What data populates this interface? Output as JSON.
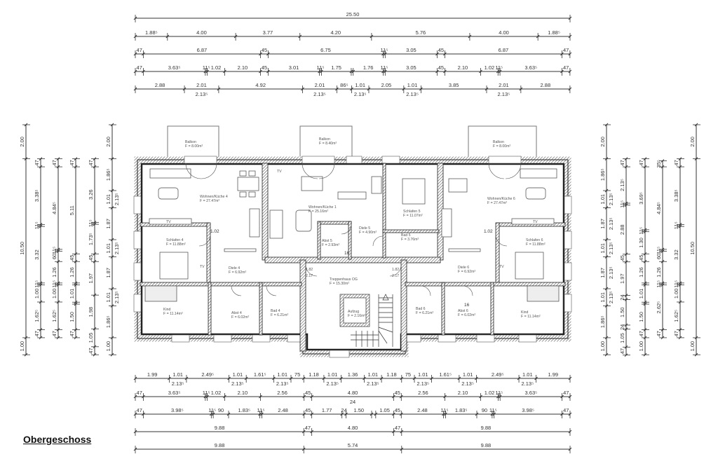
{
  "title": "Obergeschoss",
  "dimensions": {
    "top": [
      [
        {
          "v": 25.5,
          "t": "25.50"
        }
      ],
      [
        {
          "v": 1.885,
          "t": "1.88⁵"
        },
        {
          "v": 4.0,
          "t": "4.00"
        },
        {
          "v": 3.77,
          "t": "3.77"
        },
        {
          "v": 4.2,
          "t": "4.20"
        },
        {
          "v": 5.76,
          "t": "5.76"
        },
        {
          "v": 4.0,
          "t": "4.00"
        },
        {
          "v": 1.885,
          "t": "1.88⁵"
        }
      ],
      [
        {
          "v": 0.47,
          "t": "47"
        },
        {
          "v": 6.87,
          "t": "6.87"
        },
        {
          "v": 0.45,
          "t": "45"
        },
        {
          "v": 6.75,
          "t": "6.75"
        },
        {
          "v": 0.115,
          "t": "11⁵"
        },
        {
          "v": 3.05,
          "t": "3.05"
        },
        {
          "v": 0.45,
          "t": "45"
        },
        {
          "v": 6.87,
          "t": "6.87"
        },
        {
          "v": 0.47,
          "t": "47"
        }
      ],
      [
        {
          "v": 0.47,
          "t": "47"
        },
        {
          "v": 3.635,
          "t": "3.63⁵"
        },
        {
          "v": 0.115,
          "t": "11⁵"
        },
        {
          "v": 1.02,
          "t": "1.02"
        },
        {
          "v": 2.1,
          "t": "2.10"
        },
        {
          "v": 0.45,
          "t": "45"
        },
        {
          "v": 3.01,
          "t": "3.01"
        },
        {
          "v": 0.115,
          "t": "11⁵"
        },
        {
          "v": 1.75,
          "t": "1.75"
        },
        {
          "v": 0.115,
          "t": ""
        },
        {
          "v": 1.76,
          "t": "1.76"
        },
        {
          "v": 0.115,
          "t": "11⁵"
        },
        {
          "v": 3.05,
          "t": "3.05"
        },
        {
          "v": 0.45,
          "t": "45"
        },
        {
          "v": 2.1,
          "t": "2.10"
        },
        {
          "v": 1.02,
          "t": "1.02"
        },
        {
          "v": 0.115,
          "t": "11⁵"
        },
        {
          "v": 3.635,
          "t": "3.63⁵"
        },
        {
          "v": 0.47,
          "t": "47"
        }
      ],
      [
        {
          "v": 2.88,
          "t": "2.88"
        },
        {
          "v": 2.01,
          "t": "2.01",
          "s": "2.13⁵"
        },
        {
          "v": 4.92,
          "t": "4.92"
        },
        {
          "v": 2.01,
          "t": "2.01",
          "s": "2.13⁵"
        },
        {
          "v": 0.865,
          "t": "86⁵"
        },
        {
          "v": 1.01,
          "t": "1.01",
          "s": "2.13⁵"
        },
        {
          "v": 2.05,
          "t": "2.05"
        },
        {
          "v": 1.01,
          "t": "1.01",
          "s": "2.13⁵"
        },
        {
          "v": 3.85,
          "t": "3.85"
        },
        {
          "v": 2.01,
          "t": "2.01",
          "s": "2.13⁵"
        },
        {
          "v": 2.88,
          "t": "2.88"
        }
      ]
    ],
    "bottom": [
      [
        {
          "v": 1.99,
          "t": "1.99"
        },
        {
          "v": 1.01,
          "t": "1.01",
          "s": "2.13⁵"
        },
        {
          "v": 2.495,
          "t": "2.49⁵"
        },
        {
          "v": 1.01,
          "t": "1.01",
          "s": "2.13⁵"
        },
        {
          "v": 1.615,
          "t": "1.61⁵"
        },
        {
          "v": 1.01,
          "t": "1.01",
          "s": "2.13⁵"
        },
        {
          "v": 0.75,
          "t": "75"
        },
        {
          "v": 1.18,
          "t": "1.18"
        },
        {
          "v": 1.01,
          "t": "1.01",
          "s": "2.13⁵"
        },
        {
          "v": 1.36,
          "t": "1.36"
        },
        {
          "v": 1.01,
          "t": "1.01",
          "s": "2.13⁵"
        },
        {
          "v": 1.18,
          "t": "1.18"
        },
        {
          "v": 0.75,
          "t": "75"
        },
        {
          "v": 1.01,
          "t": "1.01",
          "s": "2.13⁵"
        },
        {
          "v": 1.615,
          "t": "1.61⁵"
        },
        {
          "v": 1.01,
          "t": "1.01",
          "s": "2.13⁵"
        },
        {
          "v": 2.495,
          "t": "2.49⁵"
        },
        {
          "v": 1.01,
          "t": "1.01",
          "s": "2.13⁵"
        },
        {
          "v": 1.99,
          "t": "1.99"
        }
      ],
      [
        {
          "v": 0.47,
          "t": "47"
        },
        {
          "v": 3.635,
          "t": "3.63⁵"
        },
        {
          "v": 0.115,
          "t": "11⁵"
        },
        {
          "v": 1.02,
          "t": "1.02"
        },
        {
          "v": 2.1,
          "t": "2.10"
        },
        {
          "v": 2.56,
          "t": "2.56"
        },
        {
          "v": 0.45,
          "t": "45"
        },
        {
          "v": 4.8,
          "t": "4.80",
          "s": "24"
        },
        {
          "v": 0.45,
          "t": "45"
        },
        {
          "v": 2.56,
          "t": "2.56"
        },
        {
          "v": 2.1,
          "t": "2.10"
        },
        {
          "v": 1.02,
          "t": "1.02"
        },
        {
          "v": 0.115,
          "t": "11⁵"
        },
        {
          "v": 3.635,
          "t": "3.63⁵"
        },
        {
          "v": 0.47,
          "t": "47"
        }
      ],
      [
        {
          "v": 0.47,
          "t": "47"
        },
        {
          "v": 3.985,
          "t": "3.98⁵"
        },
        {
          "v": 0.115,
          "t": "11⁵"
        },
        {
          "v": 0.9,
          "t": "90"
        },
        {
          "v": 1.835,
          "t": "1.83⁵"
        },
        {
          "v": 0.115,
          "t": "11⁵"
        },
        {
          "v": 2.48,
          "t": "2.48"
        },
        {
          "v": 0.45,
          "t": "45"
        },
        {
          "v": 1.77,
          "t": "1.77"
        },
        {
          "v": 0.24,
          "t": "24"
        },
        {
          "v": 1.5,
          "t": "1.50"
        },
        {
          "v": 0.24,
          "t": ""
        },
        {
          "v": 1.05,
          "t": "1.05"
        },
        {
          "v": 0.45,
          "t": "45"
        },
        {
          "v": 2.48,
          "t": "2.48"
        },
        {
          "v": 0.115,
          "t": "11⁵"
        },
        {
          "v": 1.835,
          "t": "1.83⁵"
        },
        {
          "v": 0.9,
          "t": "90"
        },
        {
          "v": 0.115,
          "t": "11⁵"
        },
        {
          "v": 3.985,
          "t": "3.98⁵"
        },
        {
          "v": 0.47,
          "t": "47"
        }
      ],
      [
        {
          "v": 9.88,
          "t": "9.88"
        },
        {
          "v": 0.47,
          "t": "47"
        },
        {
          "v": 4.8,
          "t": "4.80"
        },
        {
          "v": 0.47,
          "t": "47"
        },
        {
          "v": 9.88,
          "t": "9.88"
        }
      ],
      [
        {
          "v": 9.88,
          "t": "9.88"
        },
        {
          "v": 5.74,
          "t": "5.74"
        },
        {
          "v": 9.88,
          "t": "9.88"
        }
      ]
    ],
    "left": [
      [
        {
          "v": 2.0,
          "t": "2.00"
        },
        {
          "v": 10.5,
          "t": "10.50"
        },
        {
          "v": 1.0,
          "t": "1.00"
        }
      ],
      [
        {
          "v": 0.47,
          "t": "47"
        },
        {
          "v": 3.385,
          "t": "3.38⁵"
        },
        {
          "v": 0.115,
          "t": "11⁵"
        },
        {
          "v": 3.32,
          "t": "3.32"
        },
        {
          "v": 0.115,
          "t": "11⁵"
        },
        {
          "v": 1.0,
          "t": "1.00"
        },
        {
          "v": 1.625,
          "t": "1.62⁵"
        },
        {
          "v": 0.47,
          "t": "47"
        }
      ],
      [
        {
          "v": 0.47,
          "t": "47"
        },
        {
          "v": 4.845,
          "t": "4.84⁵"
        },
        {
          "v": 0.115,
          "t": "11⁵"
        },
        {
          "v": 0.6,
          "t": "60"
        },
        {
          "v": 1.26,
          "t": "1.26"
        },
        {
          "v": 0.115,
          "t": "11⁵"
        },
        {
          "v": 1.0,
          "t": "1.00"
        },
        {
          "v": 1.625,
          "t": "1.62⁵"
        },
        {
          "v": 0.47,
          "t": "47"
        }
      ],
      [
        {
          "v": 0.47,
          "t": "47"
        },
        {
          "v": 5.11,
          "t": "5.11"
        },
        {
          "v": 0.45,
          "t": "45"
        },
        {
          "v": 1.26,
          "t": "1.26"
        },
        {
          "v": 0.115,
          "t": ""
        },
        {
          "v": 1.01,
          "t": "1.01"
        },
        {
          "v": 0.115,
          "t": ""
        },
        {
          "v": 1.5,
          "t": "1.50"
        },
        {
          "v": 0.47,
          "t": "47"
        }
      ],
      [
        {
          "v": 0.47,
          "t": "47"
        },
        {
          "v": 3.26,
          "t": "3.26"
        },
        {
          "v": 0.115,
          "t": "11⁵"
        },
        {
          "v": 1.735,
          "t": "1.73⁵"
        },
        {
          "v": 0.45,
          "t": "45"
        },
        {
          "v": 1.97,
          "t": "1.97"
        },
        {
          "v": 1.98,
          "t": "1.98"
        },
        {
          "v": 1.05,
          "t": "1.05"
        },
        {
          "v": 0.47,
          "t": "47"
        }
      ],
      [
        {
          "v": 2.0,
          "t": "2.00"
        },
        {
          "v": 1.865,
          "t": "1.86⁵"
        },
        {
          "v": 1.01,
          "t": "1.01",
          "s": "2.13⁵"
        },
        {
          "v": 1.87,
          "t": "1.87"
        },
        {
          "v": 1.01,
          "t": "1.01",
          "s": "2.13⁵"
        },
        {
          "v": 1.87,
          "t": "1.87"
        },
        {
          "v": 1.01,
          "t": "1.01",
          "s": "2.13⁵"
        },
        {
          "v": 1.865,
          "t": "1.86⁵"
        },
        {
          "v": 1.0,
          "t": "1.00"
        }
      ]
    ],
    "right": [
      [
        {
          "v": 2.0,
          "t": "2.00"
        },
        {
          "v": 1.865,
          "t": "1.86⁵"
        },
        {
          "v": 1.01,
          "t": "1.01",
          "s": "2.13⁵"
        },
        {
          "v": 1.87,
          "t": "1.87",
          "s": "2.13⁵"
        },
        {
          "v": 1.01,
          "t": "1.01",
          "s": "2.13⁵"
        },
        {
          "v": 1.87,
          "t": "1.87",
          "s": "2.13⁵"
        },
        {
          "v": 1.01,
          "t": "1.01",
          "s": "2.13⁵"
        },
        {
          "v": 1.865,
          "t": "1.86⁵"
        },
        {
          "v": 1.0,
          "t": "1.00"
        }
      ],
      [
        {
          "v": 0.47,
          "t": "47"
        },
        {
          "v": 2.135,
          "t": "2.13⁵"
        },
        {
          "v": 0.115,
          "t": "11⁵"
        },
        {
          "v": 2.88,
          "t": "2.88"
        },
        {
          "v": 0.45,
          "t": "45"
        },
        {
          "v": 1.97,
          "t": "1.97"
        },
        {
          "v": 0.24,
          "t": "24"
        },
        {
          "v": 1.5,
          "t": "1.50"
        },
        {
          "v": 0.24,
          "t": "24"
        },
        {
          "v": 1.05,
          "t": "1.05"
        },
        {
          "v": 0.47,
          "t": "47"
        }
      ],
      [
        {
          "v": 0.47,
          "t": "47"
        },
        {
          "v": 3.695,
          "t": "3.69⁵"
        },
        {
          "v": 0.115,
          "t": "11⁵"
        },
        {
          "v": 1.3,
          "t": "1.30"
        },
        {
          "v": 0.45,
          "t": "45"
        },
        {
          "v": 1.26,
          "t": "1.26"
        },
        {
          "v": 0.115,
          "t": ""
        },
        {
          "v": 1.01,
          "t": "1.01"
        },
        {
          "v": 0.115,
          "t": ""
        },
        {
          "v": 1.5,
          "t": "1.50"
        },
        {
          "v": 0.47,
          "t": "47"
        },
        {
          "v": 1.0,
          "t": "1.00"
        }
      ],
      [
        {
          "v": 0.355,
          "t": "35⁵"
        },
        {
          "v": 4.845,
          "t": "4.84⁵"
        },
        {
          "v": 0.115,
          "t": "11⁵"
        },
        {
          "v": 0.6,
          "t": "60"
        },
        {
          "v": 1.26,
          "t": "1.26"
        },
        {
          "v": 0.115,
          "t": "11⁵"
        },
        {
          "v": 2.625,
          "t": "2.62⁵"
        },
        {
          "v": 0.47,
          "t": "47"
        }
      ],
      [
        {
          "v": 0.47,
          "t": "47"
        },
        {
          "v": 3.385,
          "t": "3.38⁵"
        },
        {
          "v": 0.115,
          "t": "11⁵"
        },
        {
          "v": 3.32,
          "t": "3.32"
        },
        {
          "v": 0.115,
          "t": "11⁵"
        },
        {
          "v": 1.0,
          "t": "1.00"
        },
        {
          "v": 1.625,
          "t": "1.62⁵"
        },
        {
          "v": 0.47,
          "t": "47"
        }
      ],
      [
        {
          "v": 2.0,
          "t": "2.00"
        },
        {
          "v": 10.5,
          "t": "10.50"
        },
        {
          "v": 1.0,
          "t": "1.00"
        }
      ]
    ]
  },
  "rooms": {
    "balkon_4": {
      "name": "Balkon",
      "area": "F = 8.00m²"
    },
    "balkon_5": {
      "name": "Balkon",
      "area": "F = 8.40m²"
    },
    "balkon_6": {
      "name": "Balkon",
      "area": "F = 8.00m²"
    },
    "wohnen_4": {
      "name": "Wohnen/Küche 4",
      "area": "F = 27.47m²"
    },
    "wohnen_5": {
      "name": "Wohnen/Küche 1",
      "area": "F = 25.16m²"
    },
    "wohnen_6": {
      "name": "Wohnen/Küche 6",
      "area": "F = 27.47m²"
    },
    "schlafen_4": {
      "name": "Schlafen 4",
      "area": "F = 11.88m²"
    },
    "schlafen_5": {
      "name": "Schlafen 5",
      "area": "F = 11.07m²"
    },
    "schlafen_6": {
      "name": "Schlafen 6",
      "area": "F = 11.88m²"
    },
    "diele_4": {
      "name": "Diele 4",
      "area": "F = 6.92m²"
    },
    "diele_5": {
      "name": "Diele 5",
      "area": "F = 4.90m²"
    },
    "diele_6": {
      "name": "Diele 6",
      "area": "F = 6.92m²"
    },
    "abst_4": {
      "name": "Abst 4",
      "area": "F = 6.02m²"
    },
    "abst_5": {
      "name": "Abst 5",
      "area": "F = 2.93m²"
    },
    "abst_6": {
      "name": "Abst 6",
      "area": "F = 6.02m²"
    },
    "bad_4": {
      "name": "Bad 4",
      "area": "F = 6.21m²"
    },
    "bad_5": {
      "name": "Bad 5",
      "area": "F = 3.76m²"
    },
    "bad_6": {
      "name": "Bad 6",
      "area": "F = 6.21m²"
    },
    "kind_4": {
      "name": "Kind",
      "area": "F = 11.14m²"
    },
    "kind_6": {
      "name": "Kind",
      "area": "F = 11.14m²"
    },
    "treppenhaus": {
      "name": "Treppenhaus OG",
      "area": "F = 15.30m²"
    },
    "aufzug": {
      "name": "Aufzug",
      "area": "F = 2.16m²"
    }
  },
  "annotations": {
    "tv": "TV",
    "wall_len": "1.02",
    "steps": "16",
    "door_w": "1.82",
    "door_h": "2.17"
  }
}
